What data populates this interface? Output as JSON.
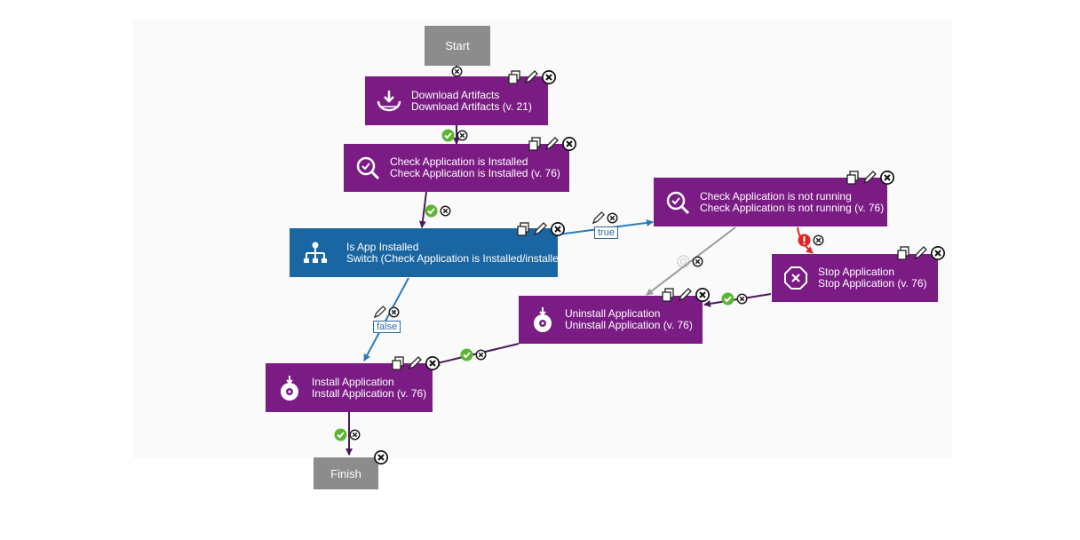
{
  "nodes": {
    "start": {
      "label": "Start"
    },
    "download": {
      "line1": "Download Artifacts",
      "line2": "Download Artifacts (v. 21)",
      "icon": "download-icon"
    },
    "check_installed": {
      "line1": "Check Application is Installed",
      "line2": "Check Application is Installed (v. 76)",
      "icon": "magnifier-check-icon"
    },
    "is_app_installed": {
      "line1": "Is App Installed",
      "line2": "Switch (Check Application is Installed/installed",
      "icon": "switch-tree-icon"
    },
    "check_not_running": {
      "line1": "Check Application is not running",
      "line2": "Check Application is not running (v. 76)",
      "icon": "magnifier-check-icon"
    },
    "stop_app": {
      "line1": "Stop Application",
      "line2": "Stop Application (v. 76)",
      "icon": "stop-octagon-icon"
    },
    "uninstall_app": {
      "line1": "Uninstall Application",
      "line2": "Uninstall Application (v. 76)",
      "icon": "uninstall-disc-icon"
    },
    "install_app": {
      "line1": "Install Application",
      "line2": "Install Application (v. 76)",
      "icon": "install-disc-icon"
    },
    "finish": {
      "label": "Finish"
    }
  },
  "edge_labels": {
    "true_label": "true",
    "false_label": "false"
  },
  "colors": {
    "step": "#7b1c85",
    "switch": "#1a66a3",
    "terminal": "#8c8c8c",
    "success": "#5cb531",
    "error": "#e02424",
    "switch_wire": "#2a7bbd",
    "neutral_wire": "#9a9a9a"
  }
}
